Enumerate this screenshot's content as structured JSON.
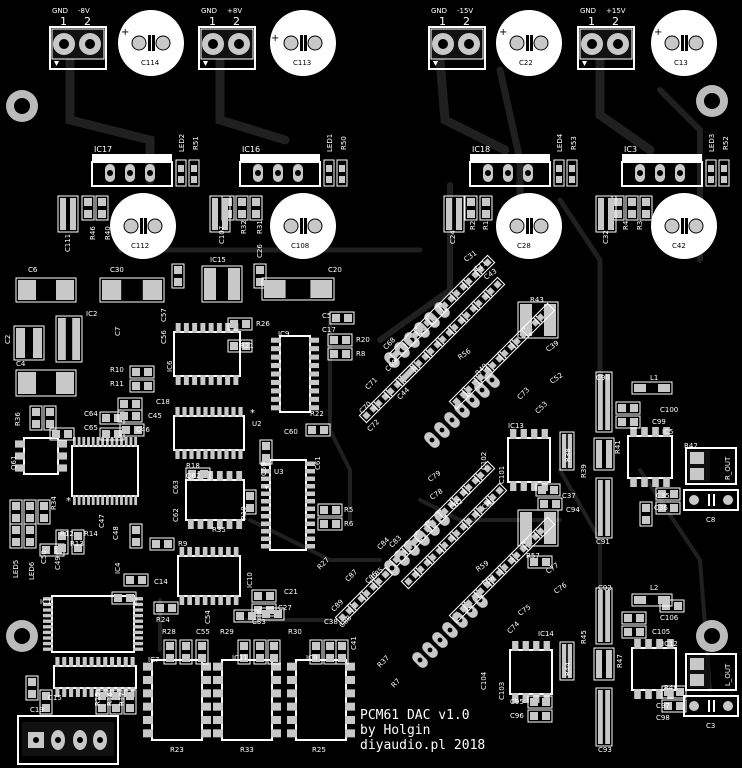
{
  "board": {
    "background": "#000000",
    "copper_color": "#1a1a1a",
    "silk_color": "#ffffff",
    "pad_color": "#c8c8c8",
    "credit_lines": [
      "PCM61 DAC v1.0",
      "by Holgin",
      "diyaudio.pl 2018"
    ]
  },
  "power_connectors": [
    {
      "id": "pc1",
      "net_labels": [
        "GND",
        "-8V"
      ],
      "pin_numbers": [
        "1",
        "2"
      ],
      "cap": "C114"
    },
    {
      "id": "pc2",
      "net_labels": [
        "GND",
        "+8V"
      ],
      "pin_numbers": [
        "1",
        "2"
      ],
      "cap": "C113"
    },
    {
      "id": "pc3",
      "net_labels": [
        "GND",
        "-15V"
      ],
      "pin_numbers": [
        "1",
        "2"
      ],
      "cap": "C22"
    },
    {
      "id": "pc4",
      "net_labels": [
        "GND",
        "+15V"
      ],
      "pin_numbers": [
        "1",
        "2"
      ],
      "cap": "C13"
    }
  ],
  "refdes": [
    "IC17",
    "LED2",
    "R51",
    "IC16",
    "LED1",
    "R50",
    "IC18",
    "LED4",
    "R53",
    "IC3",
    "LED3",
    "R52",
    "C111",
    "R46",
    "R40",
    "C112",
    "C107",
    "R32",
    "R31",
    "C108",
    "C24",
    "R2",
    "R1",
    "C28",
    "C32",
    "R4",
    "R3",
    "C42",
    "C6",
    "C30",
    "IC15",
    "C26",
    "C20",
    "IC2",
    "C7",
    "C2",
    "C4",
    "C56",
    "C57",
    "IC6",
    "R26",
    "C5",
    "C17",
    "IC9",
    "R20",
    "R8",
    "R21",
    "R10",
    "R11",
    "C18",
    "C45",
    "C46",
    "R36",
    "C64",
    "C65",
    "U2",
    "R22",
    "C60",
    "Q61",
    "R18",
    "Q62",
    "C63",
    "C62",
    "C59",
    "U3",
    "C61",
    "R19",
    "R35",
    "R5",
    "R6",
    "R34",
    "C47",
    "C48",
    "R12",
    "R14",
    "R13",
    "C50",
    "LED5",
    "LED6",
    "C49",
    "R9",
    "IC4",
    "C14",
    "IC10",
    "C21",
    "C27",
    "R24",
    "IC1",
    "C15",
    "C19",
    "R15",
    "R16",
    "R17",
    "IC7",
    "R28",
    "C55",
    "C54",
    "R29",
    "C33",
    "R30",
    "C38",
    "C41",
    "IC11",
    "IC8",
    "R23",
    "R33",
    "R25",
    "R27",
    "C31",
    "C11",
    "C43",
    "R43",
    "C39",
    "C52",
    "C53",
    "R56",
    "R49",
    "C68",
    "C69",
    "C67",
    "C66",
    "C71",
    "C70",
    "C72",
    "C102",
    "C101",
    "IC13",
    "R38",
    "R39",
    "R41",
    "R42",
    "C90",
    "L1",
    "C100",
    "C99",
    "IC5",
    "C35",
    "C36",
    "R_OUT",
    "C8",
    "C37",
    "C94",
    "C91",
    "C79",
    "C78",
    "C82",
    "C81",
    "C84",
    "C83",
    "C85",
    "C80",
    "C87",
    "C86",
    "C89",
    "C88",
    "R57",
    "R59",
    "R58",
    "C77",
    "C76",
    "C75",
    "R37",
    "R7",
    "C104",
    "C103",
    "IC14",
    "R44",
    "R45",
    "R47",
    "C92",
    "L2",
    "C106",
    "C105",
    "IC12",
    "R48",
    "C95",
    "C96",
    "C97",
    "C98",
    "L_OUT",
    "C3",
    "C93",
    "C73",
    "C74",
    "C44"
  ]
}
